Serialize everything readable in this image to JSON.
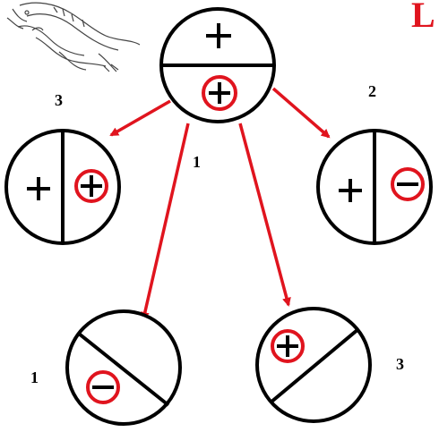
{
  "title_letter": "L",
  "colors": {
    "accent": "#e0141e",
    "ink": "#000000"
  },
  "icons": {
    "corner_image": "dragon-sketch-icon"
  },
  "nodes": {
    "top": {
      "upper_symbol": "plus",
      "lower_symbol": "plus-circled"
    },
    "left_middle": {
      "left_symbol": "plus",
      "right_symbol": "plus-circled",
      "count": "3"
    },
    "right_middle": {
      "left_symbol": "plus",
      "right_symbol": "minus-circled",
      "count": "2"
    },
    "bottom_left": {
      "symbol": "minus-circled",
      "count": "1"
    },
    "bottom_right": {
      "symbol": "plus-circled",
      "count": "3"
    }
  },
  "arrow_labels": {
    "center": "1"
  }
}
